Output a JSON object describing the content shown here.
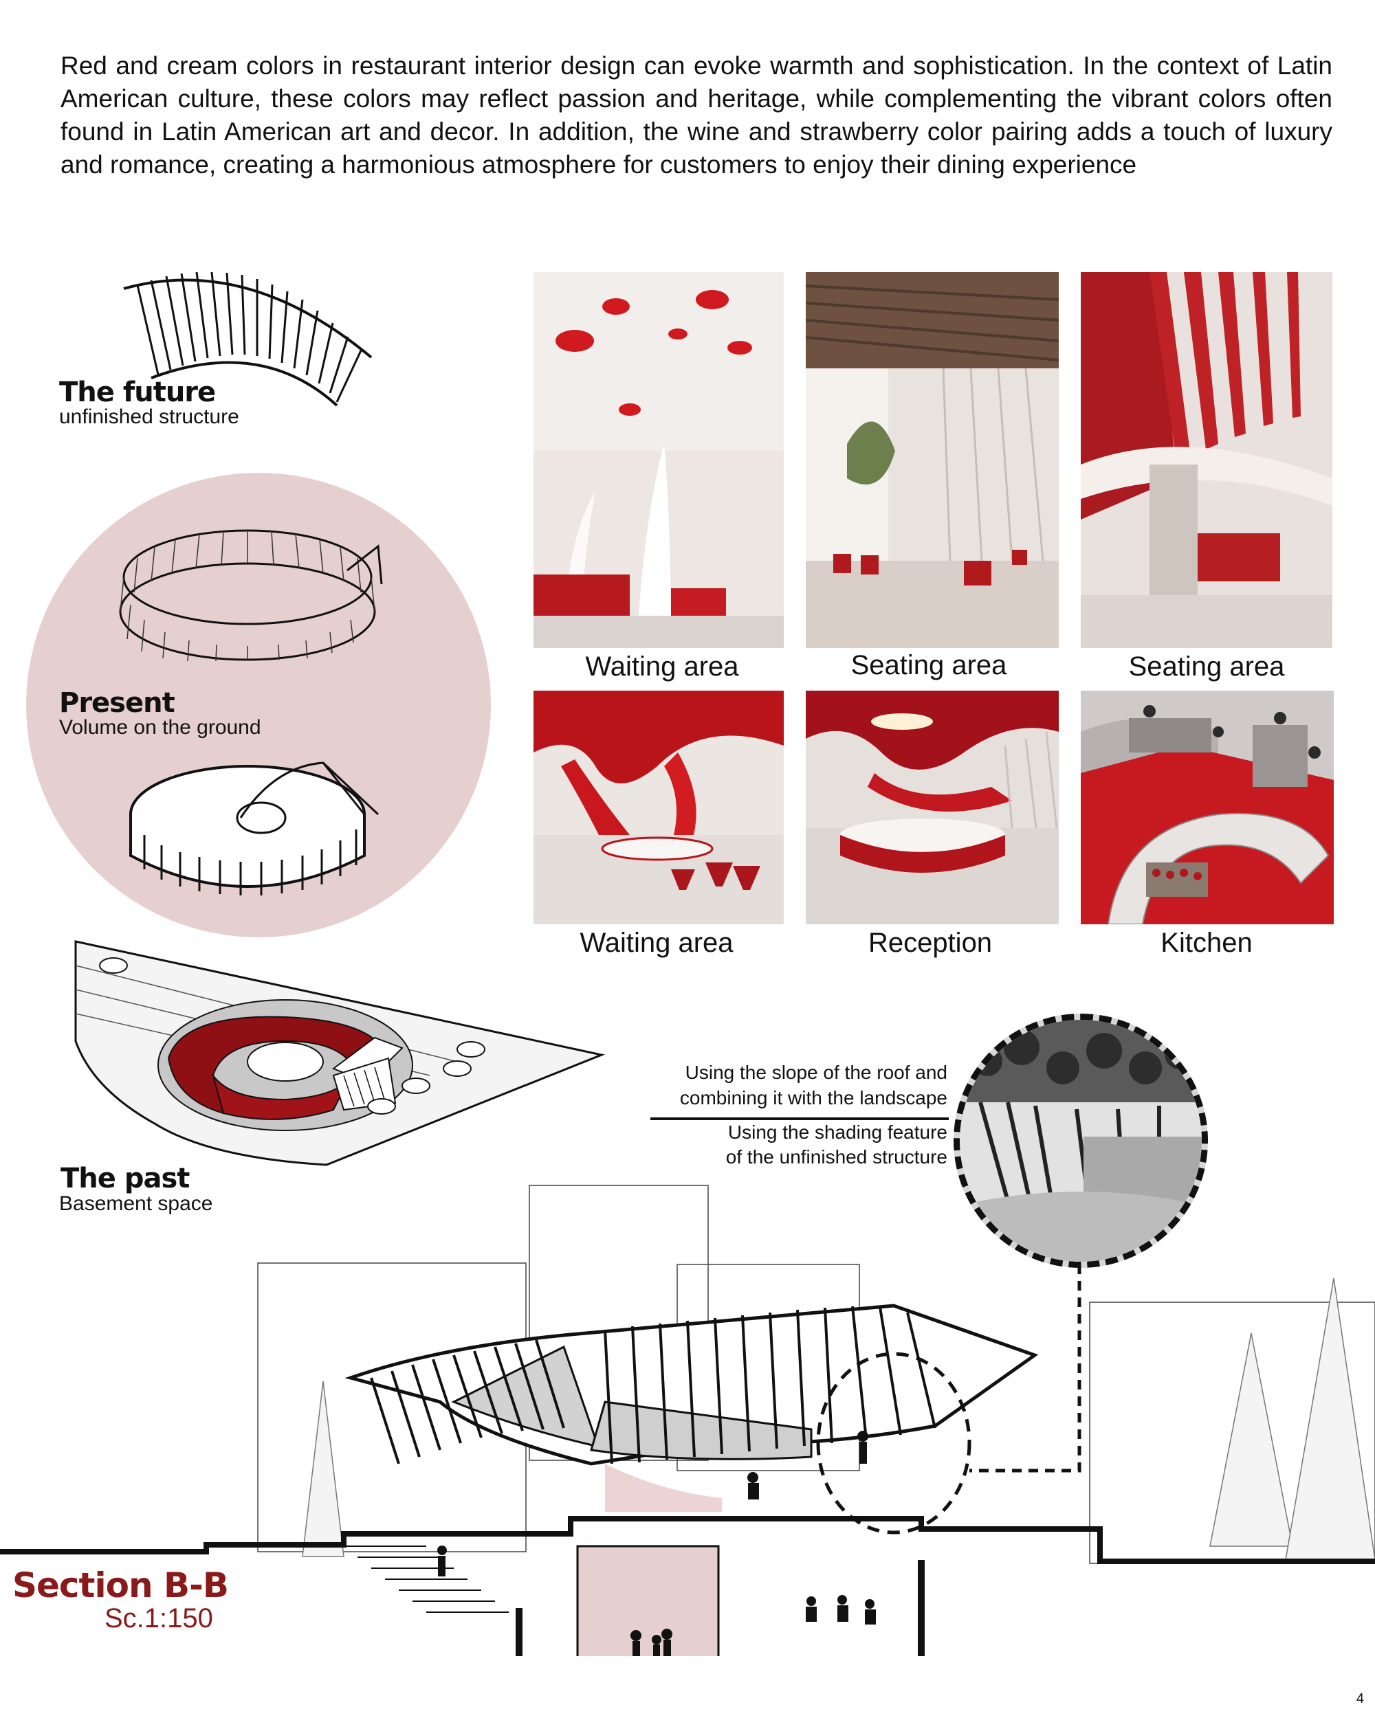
{
  "intro": {
    "text": "Red and cream colors in restaurant interior design can evoke warmth and sophistication. In the context of Latin American culture, these colors may reflect passion and heritage, while complementing the vibrant colors often found in Latin American art and decor. In addition, the wine and strawberry color pairing adds a touch of luxury and romance, creating a harmonious atmosphere for customers to enjoy their dining experience"
  },
  "stages": {
    "future": {
      "title": "The future",
      "subtitle": "unfinished structure"
    },
    "present": {
      "title": "Present",
      "subtitle": "Volume on the ground"
    },
    "past": {
      "title": "The past",
      "subtitle": "Basement space"
    }
  },
  "gallery": {
    "captions": [
      "Waiting area",
      "Seating area",
      "Seating area",
      "Waiting area",
      "Reception",
      "Kitchen"
    ]
  },
  "notes": {
    "roof_line1": "Using the slope of the roof and",
    "roof_line2": "combining it with the landscape",
    "shade_line1": "Using the shading feature",
    "shade_line2": "of the unfinished structure"
  },
  "section": {
    "title": "Section B-B",
    "scale": "Sc.1:150"
  },
  "page": {
    "number": "4"
  },
  "colors": {
    "accent_red": "#b3161c",
    "wine": "#8a1a1a",
    "blush": "#e6cfcf",
    "cream": "#f3ece6"
  }
}
